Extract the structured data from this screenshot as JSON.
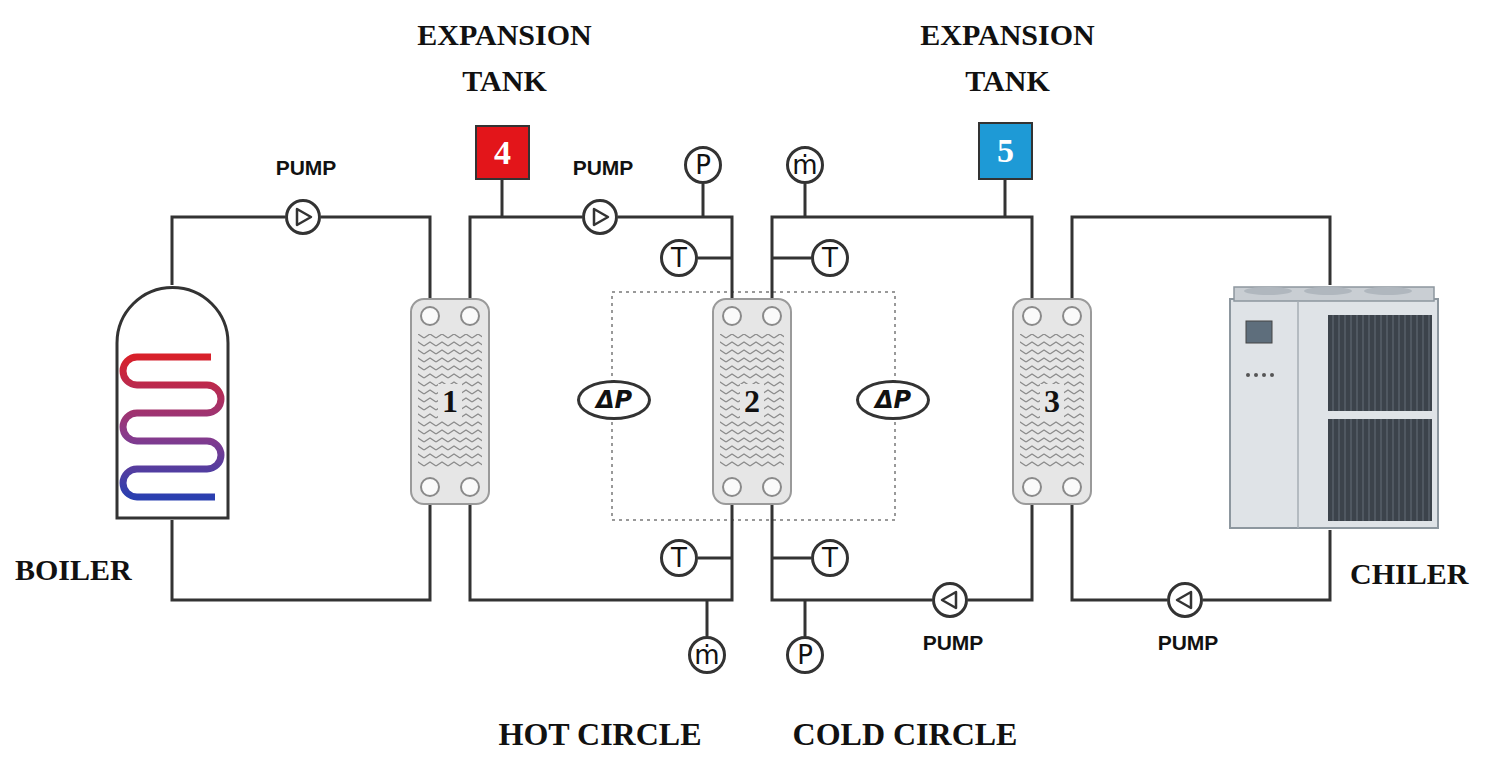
{
  "diagram": {
    "nodes": [
      {
        "text": [
          "BOILER"
        ]
      },
      {
        "text": [
          "PUMP"
        ]
      },
      {
        "text": [
          "1"
        ]
      },
      {
        "text": [
          "EXPANSION TANK",
          "4"
        ]
      },
      {
        "text": [
          "PUMP"
        ]
      },
      {
        "text": [
          "P"
        ]
      },
      {
        "text": [
          "T"
        ]
      },
      {
        "text": [
          "T"
        ]
      },
      {
        "text": [
          "ṁ"
        ]
      },
      {
        "text": [
          "ΔP"
        ]
      },
      {
        "text": [
          "2"
        ]
      },
      {
        "text": [
          "ΔP"
        ]
      },
      {
        "text": [
          "ṁ"
        ]
      },
      {
        "text": [
          "T"
        ]
      },
      {
        "text": [
          "T"
        ]
      },
      {
        "text": [
          "P"
        ]
      },
      {
        "text": [
          "EXPANSION TANK",
          "5"
        ]
      },
      {
        "text": [
          "3"
        ]
      },
      {
        "text": [
          "PUMP"
        ]
      },
      {
        "text": [
          "PUMP"
        ]
      },
      {
        "text": [
          "CHILER"
        ]
      }
    ],
    "edges": [
      {
        "from": 0,
        "to": 1,
        "arrow": "none"
      },
      {
        "from": 1,
        "to": 2,
        "arrow": "none"
      },
      {
        "from": 2,
        "to": 0,
        "arrow": "none"
      },
      {
        "from": 2,
        "to": 4,
        "arrow": "none"
      },
      {
        "from": 4,
        "to": 10,
        "arrow": "none"
      },
      {
        "from": 10,
        "to": 2,
        "arrow": "none"
      },
      {
        "from": 10,
        "to": 17,
        "arrow": "none"
      },
      {
        "from": 18,
        "to": 10,
        "arrow": "none"
      },
      {
        "from": 17,
        "to": 18,
        "arrow": "none"
      },
      {
        "from": 17,
        "to": 20,
        "arrow": "none"
      },
      {
        "from": 20,
        "to": 19,
        "arrow": "none"
      },
      {
        "from": 19,
        "to": 17,
        "arrow": "none"
      }
    ],
    "labels": [
      "HOT CIRCLE",
      "COLD CIRCLE"
    ]
  }
}
